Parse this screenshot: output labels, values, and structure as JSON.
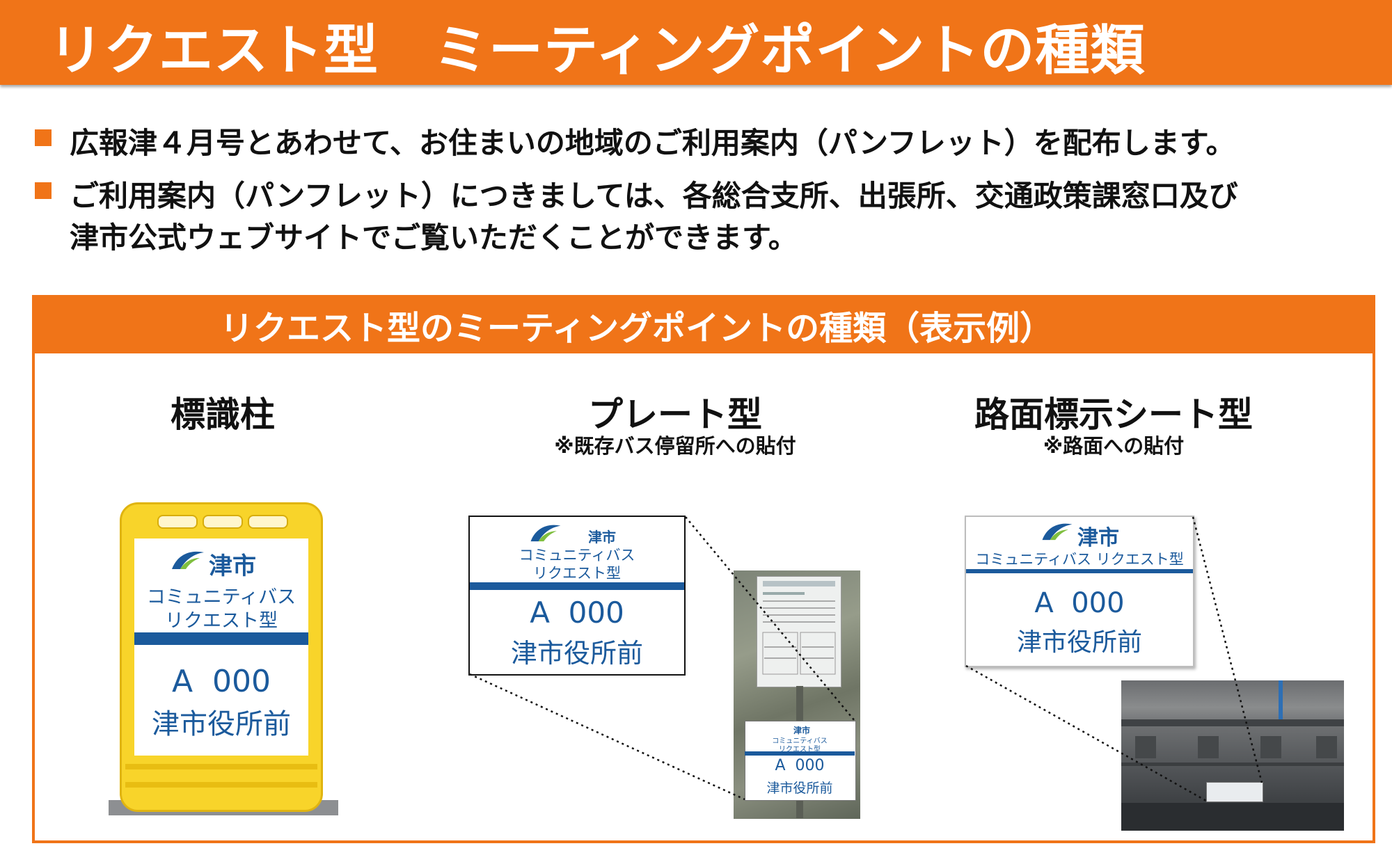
{
  "title": "リクエスト型　ミーティングポイントの種類",
  "bullets": [
    {
      "text": "広報津４月号とあわせて、お住まいの地域のご利用案内（パンフレット）を配布します。"
    },
    {
      "line1": "ご利用案内（パンフレット）につきましては、各総合支所、出張所、交通政策課窓口及び",
      "line2": "津市公式ウェブサイトでご覧いただくことができます。"
    }
  ],
  "panel": {
    "title": "リクエスト型のミーティングポイントの種類（表示例）",
    "columns": [
      {
        "title": "標識柱",
        "note": ""
      },
      {
        "title": "プレート型",
        "note": "※既存バス停留所への貼付"
      },
      {
        "title": "路面標示シート型",
        "note": "※路面への貼付"
      }
    ]
  },
  "sign": {
    "brand": "津市",
    "service_line1": "コミュニティバス",
    "service_line2": "リクエスト型",
    "service_one_line": "コミュニティバス リクエスト型",
    "code": "A  000",
    "stop_name": "津市役所前"
  },
  "colors": {
    "accent": "#f07418",
    "sign_blue": "#1b5a9c",
    "post_yellow": "#f8d42a"
  }
}
